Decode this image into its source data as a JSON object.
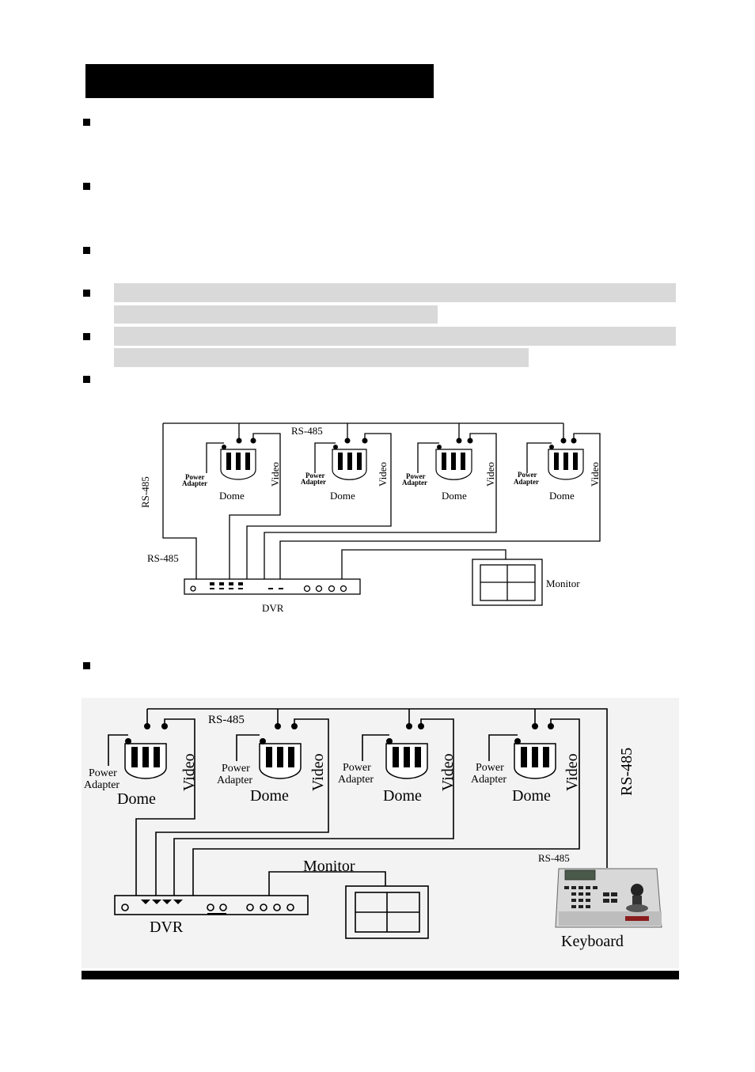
{
  "diagram1": {
    "rs485_top": "RS-485",
    "rs485_side": "RS-485",
    "rs485_dvr": "RS-485",
    "domes": [
      {
        "label": "Dome",
        "power_line1": "Power",
        "power_line2": "Adapter",
        "video": "Video"
      },
      {
        "label": "Dome",
        "power_line1": "Power",
        "power_line2": "Adapter",
        "video": "Video"
      },
      {
        "label": "Dome",
        "power_line1": "Power",
        "power_line2": "Adapter",
        "video": "Video"
      },
      {
        "label": "Dome",
        "power_line1": "Power",
        "power_line2": "Adapter",
        "video": "Video"
      }
    ],
    "dvr": "DVR",
    "monitor": "Monitor"
  },
  "diagram2": {
    "rs485_top": "RS-485",
    "rs485_side": "RS-485",
    "rs485_keyboard": "RS-485",
    "domes": [
      {
        "label": "Dome",
        "power_line1": "Power",
        "power_line2": "Adapter",
        "video": "Video"
      },
      {
        "label": "Dome",
        "power_line1": "Power",
        "power_line2": "Adapter",
        "video": "Video"
      },
      {
        "label": "Dome",
        "power_line1": "Power",
        "power_line2": "Adapter",
        "video": "Video"
      },
      {
        "label": "Dome",
        "power_line1": "Power",
        "power_line2": "Adapter",
        "video": "Video"
      }
    ],
    "dvr": "DVR",
    "monitor": "Monitor",
    "keyboard": "Keyboard"
  }
}
